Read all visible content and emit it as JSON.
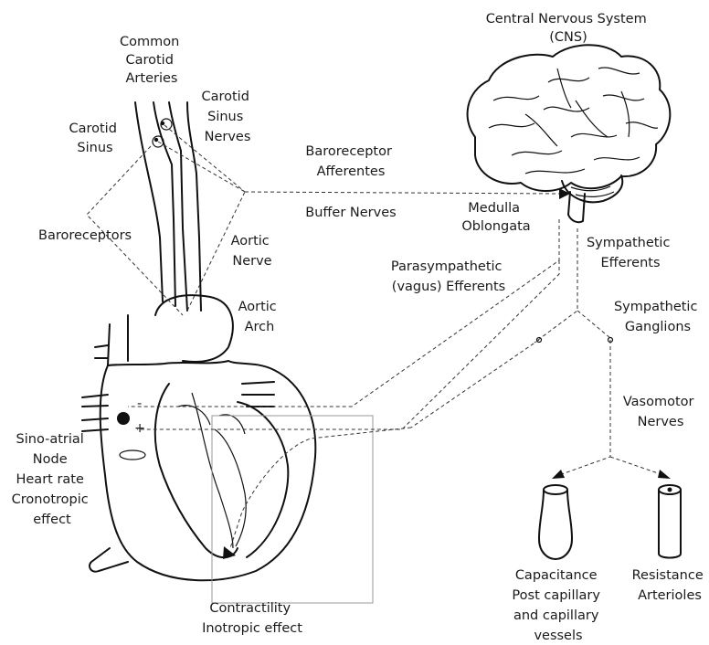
{
  "labels": {
    "cns": [
      "Central Nervous System",
      "(CNS)"
    ],
    "common_carotid": [
      "Common",
      "Carotid",
      "Arteries"
    ],
    "carotid_sinus_nerves": [
      "Carotid",
      "Sinus",
      "Nerves"
    ],
    "carotid_sinus": [
      "Carotid",
      "Sinus"
    ],
    "baroreceptor_afferentes": [
      "Baroreceptor",
      "Afferentes"
    ],
    "buffer_nerves": "Buffer Nerves",
    "medulla": [
      "Medulla",
      "Oblongata"
    ],
    "baroreceptors": "Baroreceptors",
    "aortic_nerve": [
      "Aortic",
      "Nerve"
    ],
    "sympathetic_efferents": [
      "Sympathetic",
      "Efferents"
    ],
    "parasympathetic": [
      "Parasympathetic",
      "(vagus) Efferents"
    ],
    "aortic_arch": [
      "Aortic",
      "Arch"
    ],
    "sympathetic_ganglions": [
      "Sympathetic",
      "Ganglions"
    ],
    "vasomotor": [
      "Vasomotor",
      "Nerves"
    ],
    "sa_node": [
      "Sino-atrial",
      "Node",
      "Heart rate",
      "Cronotropic",
      "effect"
    ],
    "capacitance": [
      "Capacitance",
      "Post capillary",
      "and capillary",
      "vessels"
    ],
    "resistance": [
      "Resistance",
      "Arterioles"
    ],
    "contractility": [
      "Contractility",
      "Inotropic effect"
    ],
    "minus_sign": "-",
    "plus_sign": "+"
  }
}
